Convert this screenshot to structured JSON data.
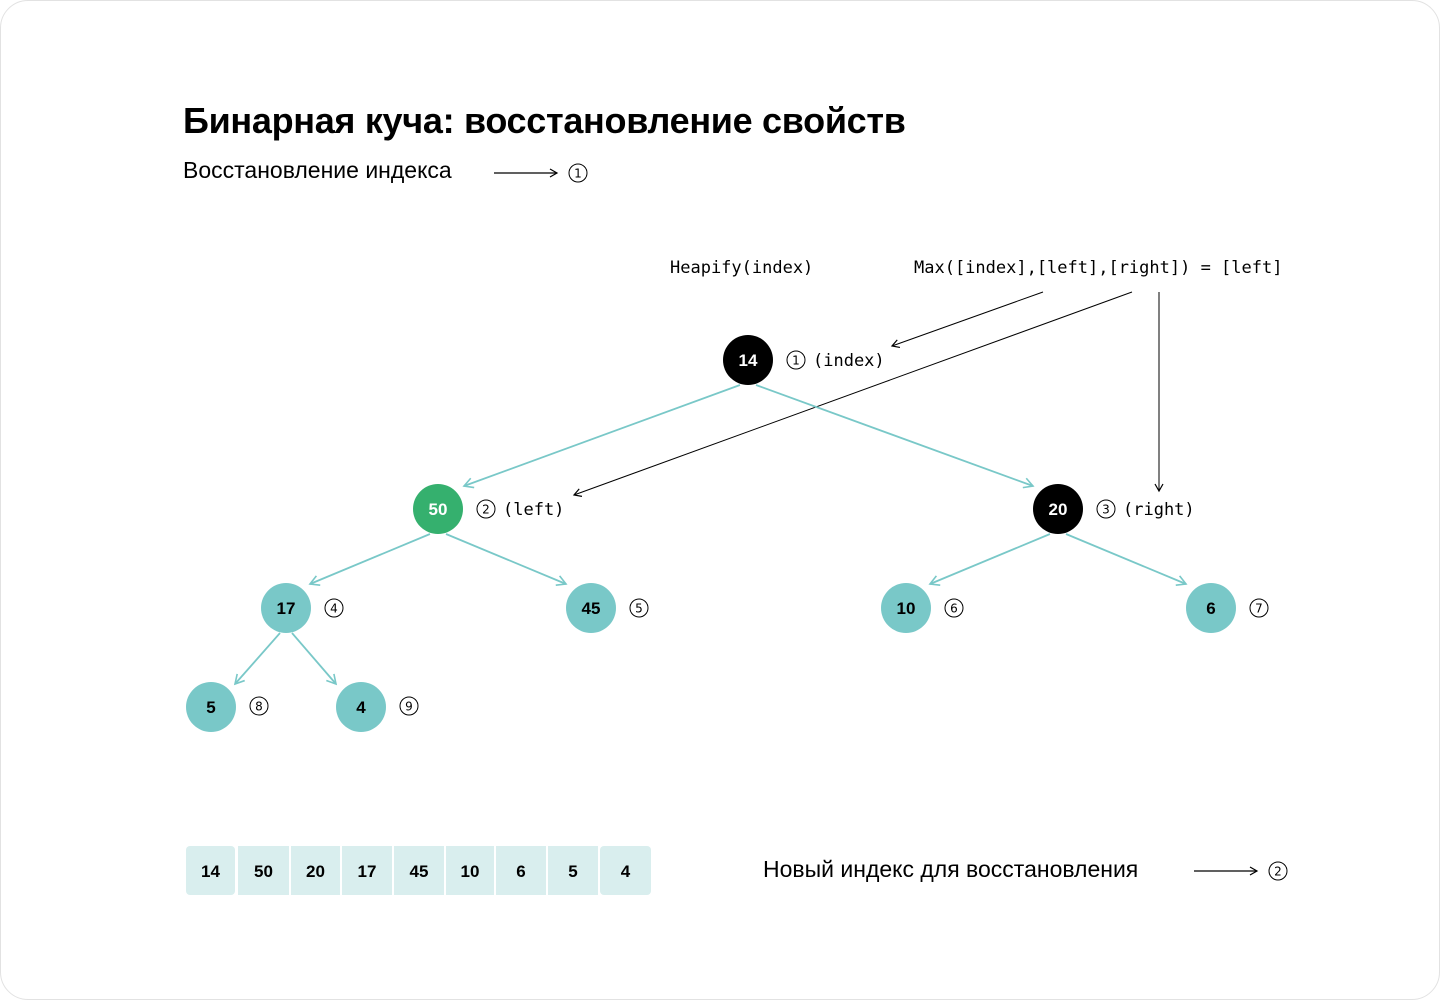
{
  "title": "Бинарная куча: восстановление свойств",
  "subtitle": "Восстановление индекса",
  "subtitle_marker": "1",
  "footer_label": "Новый индекс для восстановления",
  "footer_marker": "2",
  "heapify_label": "Heapify(index)",
  "max_label": "Max([index],[left],[right]) = [left]",
  "colors": {
    "root": "#000000",
    "selected": "#35b06e",
    "default": "#79c8c8",
    "edge": "#79c8c8",
    "array_cell": "#d9eeee"
  },
  "nodes": [
    {
      "value": "14",
      "index": "1",
      "role": "(index)",
      "state": "root"
    },
    {
      "value": "50",
      "index": "2",
      "role": "(left)",
      "state": "selected"
    },
    {
      "value": "20",
      "index": "3",
      "role": "(right)",
      "state": "root"
    },
    {
      "value": "17",
      "index": "4",
      "role": "",
      "state": "default"
    },
    {
      "value": "45",
      "index": "5",
      "role": "",
      "state": "default"
    },
    {
      "value": "10",
      "index": "6",
      "role": "",
      "state": "default"
    },
    {
      "value": "6",
      "index": "7",
      "role": "",
      "state": "default"
    },
    {
      "value": "5",
      "index": "8",
      "role": "",
      "state": "default"
    },
    {
      "value": "4",
      "index": "9",
      "role": "",
      "state": "default"
    }
  ],
  "array": [
    "14",
    "50",
    "20",
    "17",
    "45",
    "10",
    "6",
    "5",
    "4"
  ]
}
